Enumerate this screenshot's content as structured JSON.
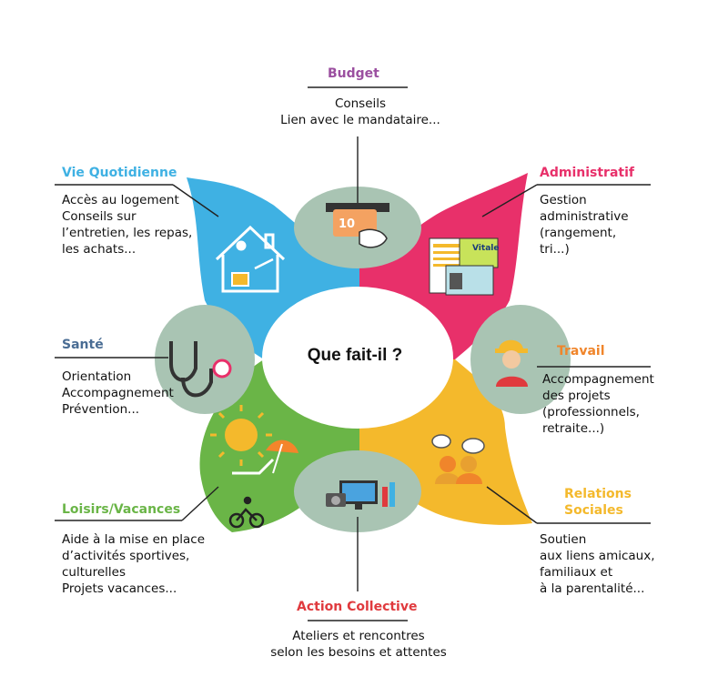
{
  "center": {
    "title": "Que fait-il ?"
  },
  "colors": {
    "budget": "#9b4fa0",
    "vie": "#3fb1e3",
    "administratif": "#e8306a",
    "sante": "#4a6d94",
    "travail": "#f0852b",
    "loisirs": "#6ab547",
    "relations": "#f4b92c",
    "action": "#e03a3e",
    "sage": "#a9c4b3"
  },
  "sections": {
    "budget": {
      "title": "Budget",
      "lines": [
        "Conseils",
        "Lien avec le mandataire..."
      ],
      "icon": "card-payment-icon"
    },
    "vie": {
      "title": "Vie Quotidienne",
      "lines": [
        "Accès au logement",
        "Conseils sur",
        "l’entretien, les repas,",
        "les achats..."
      ],
      "icon": "house-icon"
    },
    "administratif": {
      "title": "Administratif",
      "lines": [
        "Gestion",
        "administrative",
        "(rangement,",
        "tri...)"
      ],
      "icon": "documents-icon"
    },
    "sante": {
      "title": "Santé",
      "lines": [
        "Orientation",
        "Accompagnement",
        "Prévention..."
      ],
      "icon": "stethoscope-icon"
    },
    "travail": {
      "title": "Travail",
      "lines": [
        "Accompagnement",
        "des projets",
        "(professionnels,",
        "retraite...)"
      ],
      "icon": "worker-icon"
    },
    "loisirs": {
      "title": "Loisirs/Vacances",
      "lines": [
        "Aide à la mise en place",
        "d’activités sportives,",
        "culturelles",
        "Projets vacances..."
      ],
      "icon": "sun-beach-icon"
    },
    "relations": {
      "title": "Relations\nSociales",
      "title_lines": [
        "Relations",
        "Sociales"
      ],
      "lines": [
        "Soutien",
        "aux liens amicaux,",
        "familiaux et",
        "à la parentalité..."
      ],
      "icon": "people-chat-icon"
    },
    "action": {
      "title": "Action Collective",
      "lines": [
        "Ateliers et rencontres",
        "selon les besoins et attentes"
      ],
      "icon": "computer-icon"
    }
  },
  "icon_text": {
    "card_amount": "10",
    "vitale": "Vitale"
  }
}
